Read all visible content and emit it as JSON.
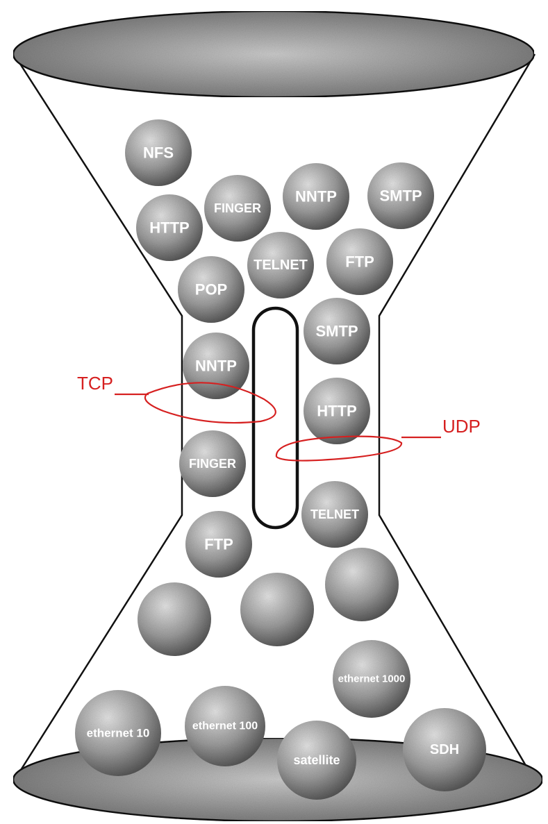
{
  "colors": {
    "outline": "#111111",
    "ball_light": "#dcdcdc",
    "ball_dark": "#4f4f4f",
    "disc_light": "#c7c7c7",
    "disc_dark": "#6a6a6a",
    "annotation_red": "#d62020"
  },
  "labels": {
    "tcp": "TCP",
    "udp": "UDP"
  },
  "balls": [
    {
      "text": "NFS"
    },
    {
      "text": "HTTP"
    },
    {
      "text": "FINGER"
    },
    {
      "text": "NNTP"
    },
    {
      "text": "SMTP"
    },
    {
      "text": "TELNET"
    },
    {
      "text": "FTP"
    },
    {
      "text": "POP"
    },
    {
      "text": "SMTP"
    },
    {
      "text": "NNTP"
    },
    {
      "text": "HTTP"
    },
    {
      "text": "FINGER"
    },
    {
      "text": "TELNET"
    },
    {
      "text": "FTP"
    },
    {
      "text": ""
    },
    {
      "text": ""
    },
    {
      "text": ""
    },
    {
      "text": "ethernet 1000"
    },
    {
      "text": "ethernet 100"
    },
    {
      "text": "ethernet 10"
    },
    {
      "text": "satellite"
    },
    {
      "text": "SDH"
    }
  ]
}
